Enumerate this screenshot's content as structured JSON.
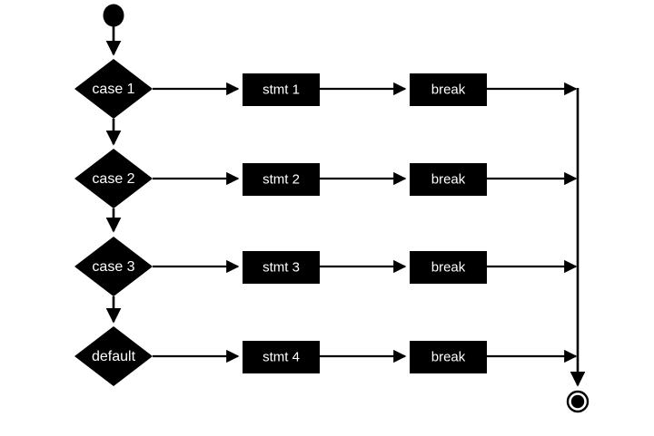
{
  "diagram": {
    "title": "switch statement activity diagram",
    "background_color": "#ffffff",
    "shape_color": "#000000",
    "label_color": "#ffffff",
    "start_node": {
      "name": "start",
      "shape": "filled-circle"
    },
    "end_node": {
      "name": "end",
      "shape": "final-node"
    },
    "branches": [
      {
        "condition": "case 1",
        "statement": "stmt 1",
        "terminator": "break"
      },
      {
        "condition": "case 2",
        "statement": "stmt 2",
        "terminator": "break"
      },
      {
        "condition": "case 3",
        "statement": "stmt 3",
        "terminator": "break"
      },
      {
        "condition": "default",
        "statement": "stmt 4",
        "terminator": "break"
      }
    ]
  }
}
